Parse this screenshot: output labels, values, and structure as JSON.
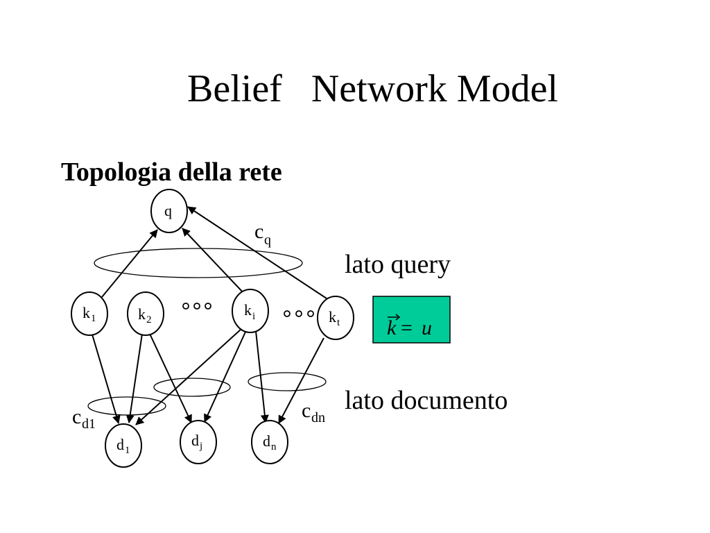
{
  "slide": {
    "title": "Belief   Network Model",
    "subtitle": "Topologia della rete"
  },
  "labels": {
    "query_side": "lato query",
    "document_side": "lato documento"
  },
  "equation": {
    "lhs": "k",
    "operator": "=",
    "rhs": "u",
    "box_color": "#00cc99"
  },
  "nodes": {
    "q": {
      "base": "q",
      "sub": ""
    },
    "k1": {
      "base": "k",
      "sub": "1"
    },
    "k2": {
      "base": "k",
      "sub": "2"
    },
    "ki": {
      "base": "k",
      "sub": "i"
    },
    "kt": {
      "base": "k",
      "sub": "t"
    },
    "d1": {
      "base": "d",
      "sub": "1"
    },
    "dj": {
      "base": "d",
      "sub": "j"
    },
    "dn": {
      "base": "d",
      "sub": "n"
    }
  },
  "contexts": {
    "cq": {
      "base": "c",
      "sub": "q"
    },
    "cd1": {
      "base": "c",
      "sub": "d1"
    },
    "cdn": {
      "base": "c",
      "sub": "dn"
    }
  }
}
